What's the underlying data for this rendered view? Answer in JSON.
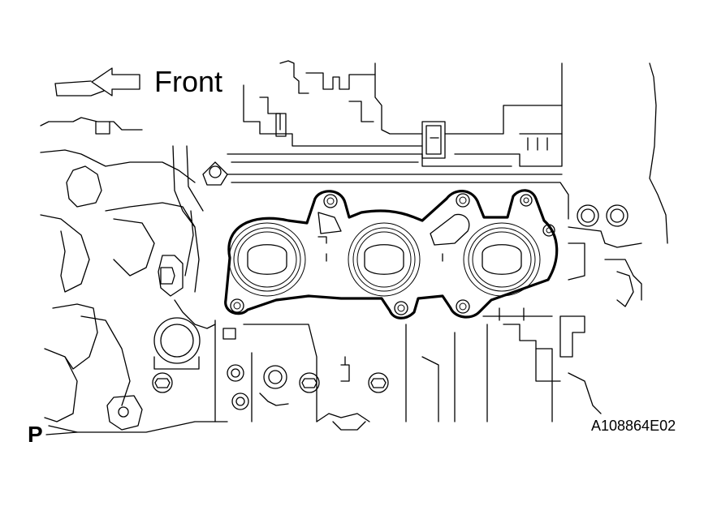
{
  "labels": {
    "front": "Front",
    "view_marker": "P",
    "figure_code": "A108864E02"
  },
  "colors": {
    "line": "#000000",
    "background": "#ffffff"
  },
  "icons": {
    "direction_arrow": "left-arrow-icon"
  }
}
